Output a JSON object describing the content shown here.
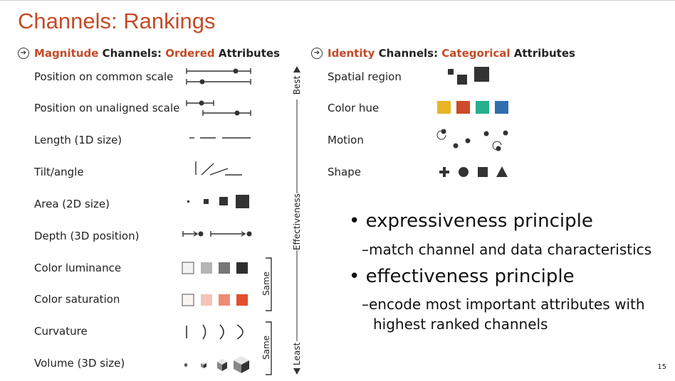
{
  "title": "Channels: Rankings",
  "magnitude": {
    "heading": {
      "a": "Magnitude",
      "b": " Channels: ",
      "c": "Ordered",
      "d": " Attributes"
    },
    "rows": [
      "Position on common scale",
      "Position on unaligned scale",
      "Length (1D size)",
      "Tilt/angle",
      "Area (2D size)",
      "Depth (3D position)",
      "Color luminance",
      "Color saturation",
      "Curvature",
      "Volume (3D size)"
    ],
    "axis": {
      "best": "Best",
      "effectiveness": "Effectiveness",
      "least": "Least"
    },
    "same1": "Same",
    "same2": "Same"
  },
  "identity": {
    "heading": {
      "a": "Identity",
      "b": " Channels: ",
      "c": "Categorical",
      "d": " Attributes"
    },
    "rows": [
      "Spatial region",
      "Color hue",
      "Motion",
      "Shape"
    ],
    "hue_colors": [
      "#e8b526",
      "#cf4a2a",
      "#26b08e",
      "#2f6fae"
    ]
  },
  "bullets": {
    "b1": "expressiveness principle",
    "s1": "match channel and data characteristics",
    "b2": "effectiveness principle",
    "s2a": "encode most important attributes with",
    "s2b": "highest ranked channels"
  },
  "colors": {
    "accent": "#c44a26",
    "dark": "#333333"
  },
  "page_number": "15"
}
